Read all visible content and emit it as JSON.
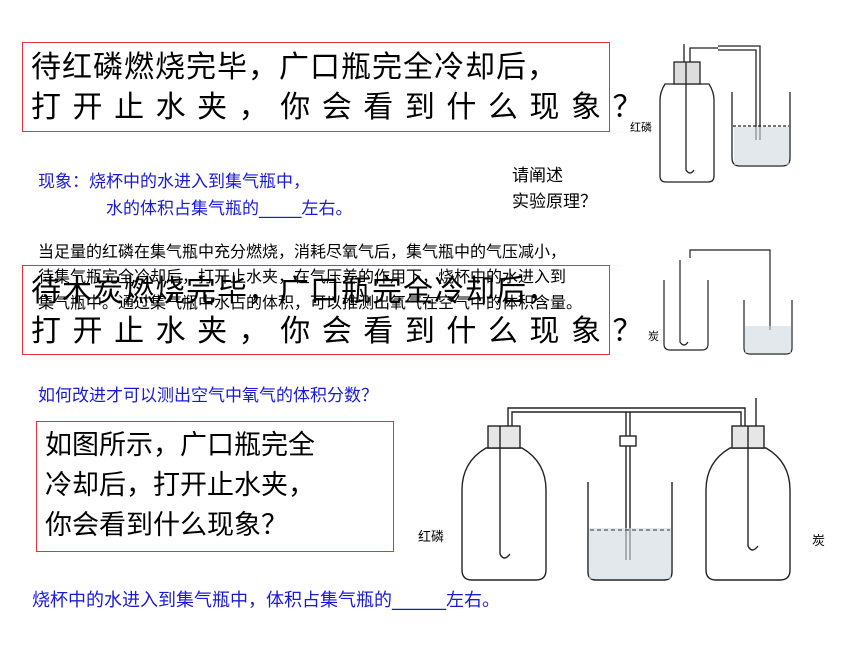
{
  "question1": {
    "line1": "待红磷燃烧完毕，广口瓶完全冷却后，",
    "line2": "打 开 止 水 夹 ， 你 会 看 到 什 么 现 象 ？"
  },
  "answer1": {
    "line1": "现象：烧杯中的水进入到集气瓶中，",
    "line2": "水的体积占集气瓶的_____左右。"
  },
  "explain_prompt": {
    "line1": "请阐述",
    "line2": "实验原理？"
  },
  "principle": {
    "line1": "当足量的红磷在集气瓶中充分燃烧，消耗尽氧气后，集气瓶中的气压减小，",
    "line2": "待集气瓶完全冷却后，打开止水夹，在气压差的作用下，烧杯中的水进入到",
    "line3": "集气瓶中。通过集气瓶中水占的体积，可以推测出氧气在空气中的体积含量。"
  },
  "question2": {
    "line1": "待木炭燃烧完毕，广口瓶完全冷却后，",
    "line2": "打 开 止 水 夹 ， 你 会 看 到 什 么 现 象 ？"
  },
  "improve_question": "如何改进才可以测出空气中氧气的体积分数？",
  "question3": {
    "line1": "如图所示，广口瓶完全",
    "line2": "冷却后，打开止水夹，",
    "line3": "你会看到什么现象？"
  },
  "answer3": "烧杯中的水进入到集气瓶中，体积占集气瓶的______左右。",
  "diagram_labels": {
    "phosphorus1": "红磷",
    "charcoal1": "炭",
    "phosphorus2": "红磷",
    "charcoal2": "炭"
  },
  "colors": {
    "box_border": "#e8323c",
    "answer_text": "#1a1ad6"
  }
}
